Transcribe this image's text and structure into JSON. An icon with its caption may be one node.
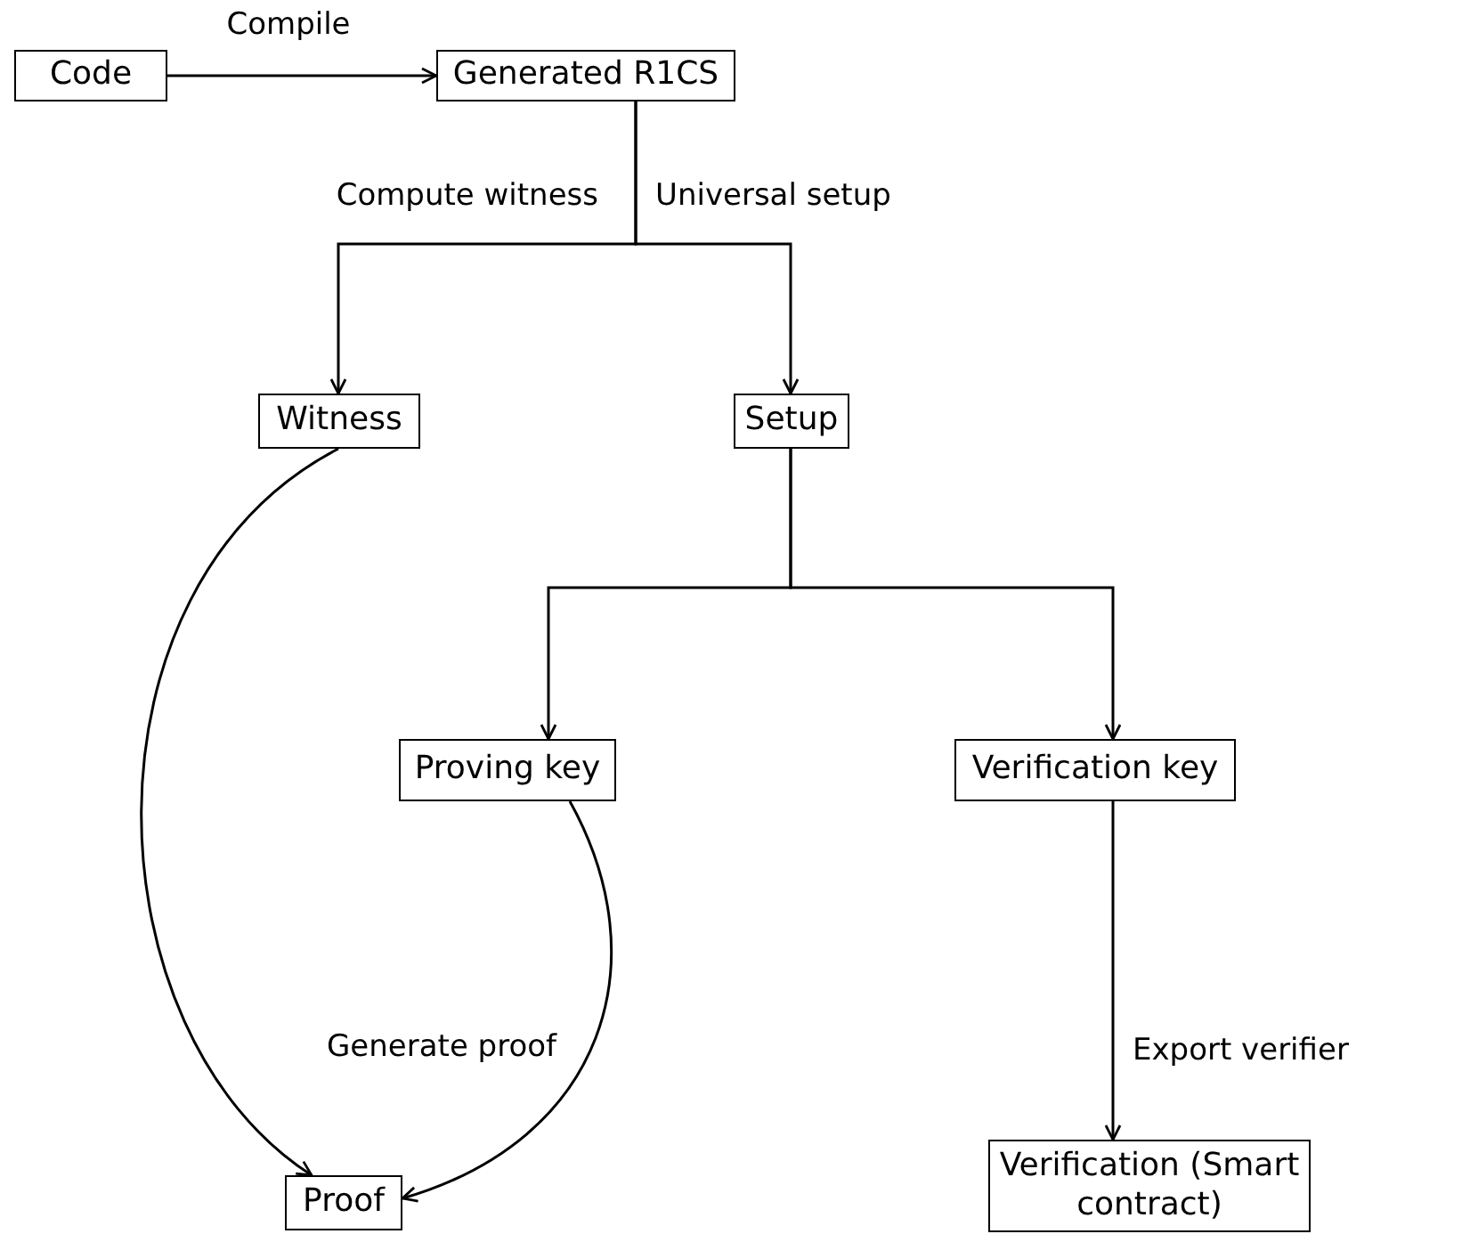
{
  "diagram": {
    "nodes": [
      {
        "text": [
          "Code"
        ]
      },
      {
        "text": [
          "Generated R1CS"
        ]
      },
      {
        "text": [
          "Witness"
        ]
      },
      {
        "text": [
          "Setup"
        ]
      },
      {
        "text": [
          "Proving key"
        ]
      },
      {
        "text": [
          "Verification key"
        ]
      },
      {
        "text": [
          "Proof"
        ]
      },
      {
        "text": [
          "Verification (Smart contract)"
        ]
      }
    ],
    "edges": [
      {
        "from": 0,
        "to": 1,
        "arrow": "to",
        "label": "Compile"
      },
      {
        "from": 1,
        "to": 2,
        "arrow": "to",
        "label": "Compute witness"
      },
      {
        "from": 1,
        "to": 3,
        "arrow": "to",
        "label": "Universal setup"
      },
      {
        "from": 3,
        "to": 4,
        "arrow": "to"
      },
      {
        "from": 3,
        "to": 5,
        "arrow": "to"
      },
      {
        "from": 2,
        "to": 6,
        "arrow": "to"
      },
      {
        "from": 4,
        "to": 6,
        "arrow": "to",
        "label": "Generate proof"
      },
      {
        "from": 5,
        "to": 7,
        "arrow": "to",
        "label": "Export verifier"
      }
    ]
  }
}
